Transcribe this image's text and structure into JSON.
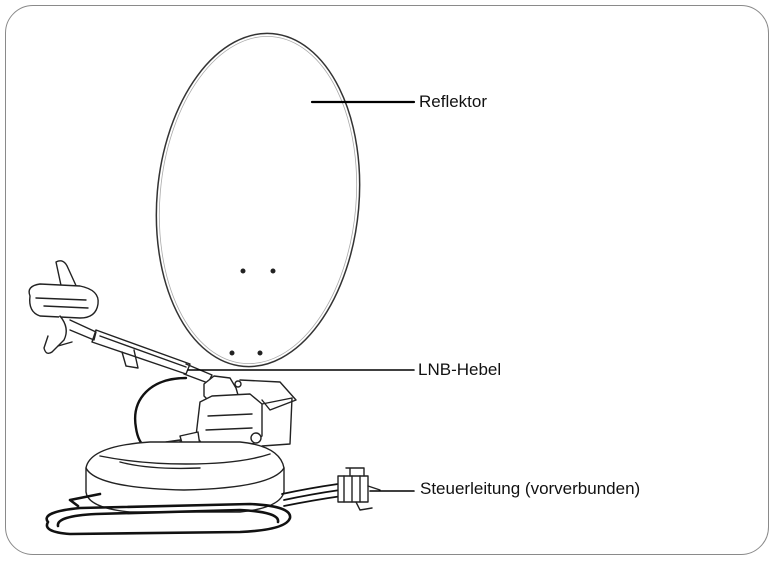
{
  "callouts": {
    "reflector": "Reflektor",
    "lnb_lever": "LNB-Hebel",
    "control_cable": "Steuerleitung (vorverbunden)"
  }
}
